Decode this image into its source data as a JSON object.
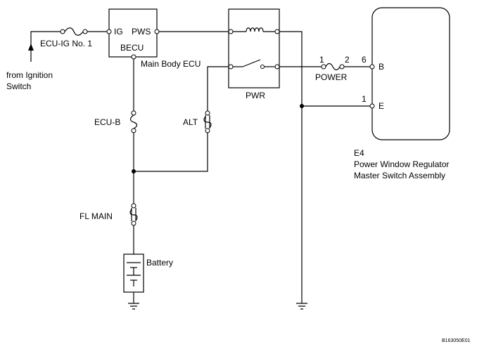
{
  "labels": {
    "fuse_ecu_ig": "ECU-IG No. 1",
    "from_ignition_line1": "from Ignition",
    "from_ignition_line2": "Switch",
    "ecu_pin_ig": "IG",
    "ecu_pin_pws": "PWS",
    "ecu_name": "BECU",
    "ecu_full_name": "Main Body ECU",
    "fuse_ecu_b": "ECU-B",
    "fuse_alt": "ALT",
    "fuse_fl_main": "FL MAIN",
    "battery": "Battery",
    "relay_name": "PWR",
    "fuse_power": "POWER",
    "pin_1": "1",
    "pin_2": "2",
    "pin_6": "6",
    "pin_1_e": "1",
    "switch_terminal_b": "B",
    "switch_terminal_e": "E",
    "component_code": "E4",
    "component_name_line1": "Power Window Regulator",
    "component_name_line2": "Master Switch Assembly",
    "figure_id": "B163050E01"
  }
}
